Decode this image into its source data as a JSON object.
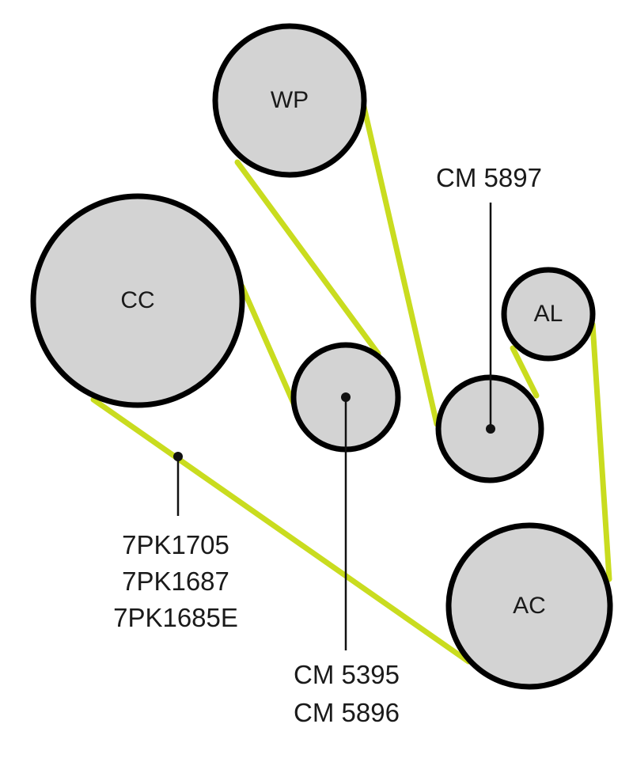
{
  "pulleys": {
    "wp": "WP",
    "cc": "CC",
    "al": "AL",
    "ac": "AC"
  },
  "callouts": {
    "tensioner": "CM 5897",
    "idler": [
      "CM 5395",
      "CM 5896"
    ],
    "belt": [
      "7PK1705",
      "7PK1687",
      "7PK1685E"
    ]
  },
  "colors": {
    "belt": "#c9dc1f",
    "pulley_fill": "#d3d3d3",
    "outline": "#000000"
  }
}
